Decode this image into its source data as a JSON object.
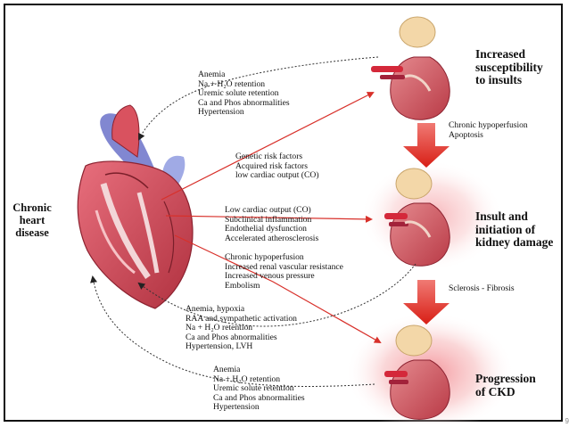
{
  "heart_label": [
    "Chronic",
    "heart",
    "disease"
  ],
  "stages": [
    {
      "title": [
        "Increased",
        "susceptibility",
        "to insults"
      ]
    },
    {
      "title": [
        "Insult and",
        "initiation of",
        "kidney damage"
      ]
    },
    {
      "title": [
        "Progression",
        "of CKD"
      ]
    }
  ],
  "transitions": [
    {
      "text": [
        "Chronic hypoperfusion",
        "Apoptosis"
      ]
    },
    {
      "text": [
        "Sclerosis - Fibrosis"
      ]
    }
  ],
  "lists": {
    "top_left": [
      "Anemia",
      "Na + H₂O retention",
      "Uremic solute retention",
      "Ca and Phos abnormalities",
      "Hypertension"
    ],
    "risk": [
      "Genetic risk factors",
      "Acquired risk factors",
      "low cardiac output (CO)"
    ],
    "middle": [
      "Low cardiac output (CO)",
      "Subclinical inflammation",
      "Endothelial dysfunction",
      "Accelerated atherosclerosis"
    ],
    "hypoperfusion": [
      "Chronic hypoperfusion",
      "Increased renal vascular resistance",
      "Increased venous pressure",
      "Embolism"
    ],
    "feedback_mid": [
      "Anemia, hypoxia",
      "RAA and sympathetic activation",
      "Na + H₂O retention",
      "Ca and Phos abnormalities",
      "Hypertension, LVH"
    ],
    "feedback_bottom": [
      "Anemia",
      "Na + H₂O retention",
      "Uremic solute retention",
      "Ca and Phos abnormalities",
      "Hypertension"
    ]
  },
  "page_number": "9",
  "colors": {
    "arrow_red": "#e0362a",
    "solid_red": "#d6281e",
    "kidney": "#c9505a",
    "glow": "#f4a5a5"
  }
}
